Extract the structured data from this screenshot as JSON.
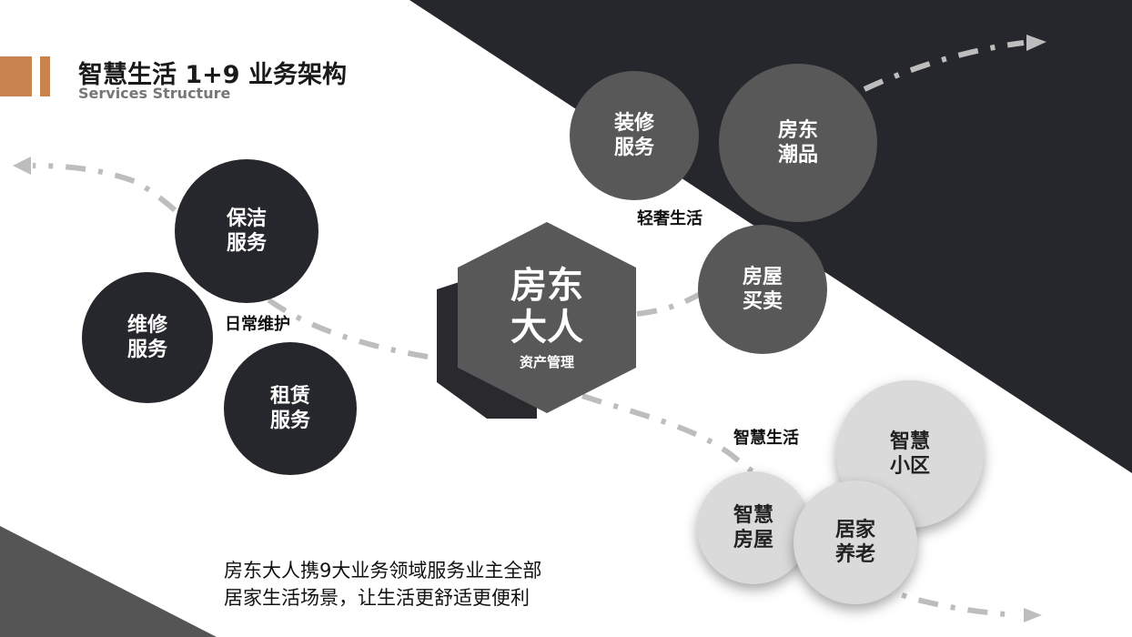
{
  "header": {
    "title": "智慧生活 1+9 业务架构",
    "subtitle": "Services Structure"
  },
  "hub": {
    "title": "房东\n大人",
    "subtitle": "资产管理"
  },
  "groups": {
    "daily_maintenance": {
      "label": "日常维护",
      "items": [
        "保洁\n服务",
        "维修\n服务",
        "租赁\n服务"
      ]
    },
    "light_luxury": {
      "label": "轻奢生活",
      "items": [
        "装修\n服务",
        "房东\n潮品",
        "房屋\n买卖"
      ]
    },
    "smart_living": {
      "label": "智慧生活",
      "items": [
        "智慧\n小区",
        "智慧\n房屋",
        "居家\n养老"
      ]
    }
  },
  "description": {
    "line1": "房东大人携9大业务领域服务业主全部",
    "line2": "居家生活场景，让生活更舒适更便利"
  },
  "colors": {
    "dark": "#26272c",
    "mid": "#585858",
    "light": "#dadada",
    "accent": "#c8834f",
    "arrow": "#bdbdbd"
  }
}
